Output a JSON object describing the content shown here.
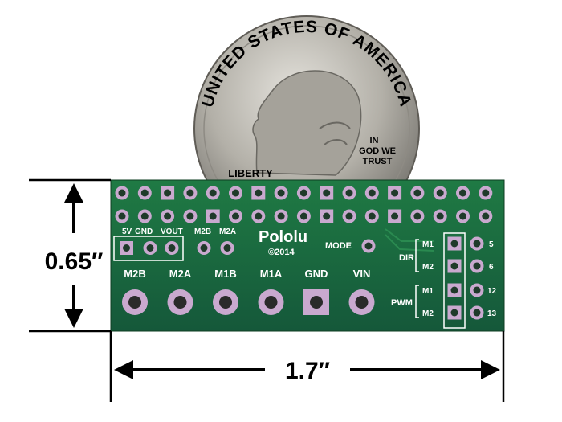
{
  "dimensions": {
    "height_label": "0.65″",
    "width_label": "1.7″"
  },
  "coin": {
    "top_text": "UNITED STATES OF AMERICA",
    "motto_line1": "IN",
    "motto_line2": "GOD WE",
    "motto_line3": "TRUST",
    "bottom_text": "LIBERTY"
  },
  "board": {
    "brand": "Pololu",
    "copyright": "©2014",
    "mode_label": "MODE",
    "top_header": {
      "label_5v": "5V",
      "label_gnd": "GND",
      "label_vout": "VOUT",
      "label_m2b": "M2B",
      "label_m2a": "M2A"
    },
    "terminals": [
      "M2B",
      "M2A",
      "M1B",
      "M1A",
      "GND",
      "VIN"
    ],
    "dir_label": "DIR",
    "pwm_label": "PWM",
    "dir_pins": [
      {
        "name": "M1",
        "num": "5"
      },
      {
        "name": "M2",
        "num": "6"
      }
    ],
    "pwm_pins": [
      {
        "name": "M1",
        "num": "12"
      },
      {
        "name": "M2",
        "num": "13"
      }
    ],
    "colors": {
      "pcb": "#1b6b3b",
      "pcb_dark": "#114a28",
      "pad": "#c9a9cf",
      "coin": "#b9b7b0"
    }
  }
}
